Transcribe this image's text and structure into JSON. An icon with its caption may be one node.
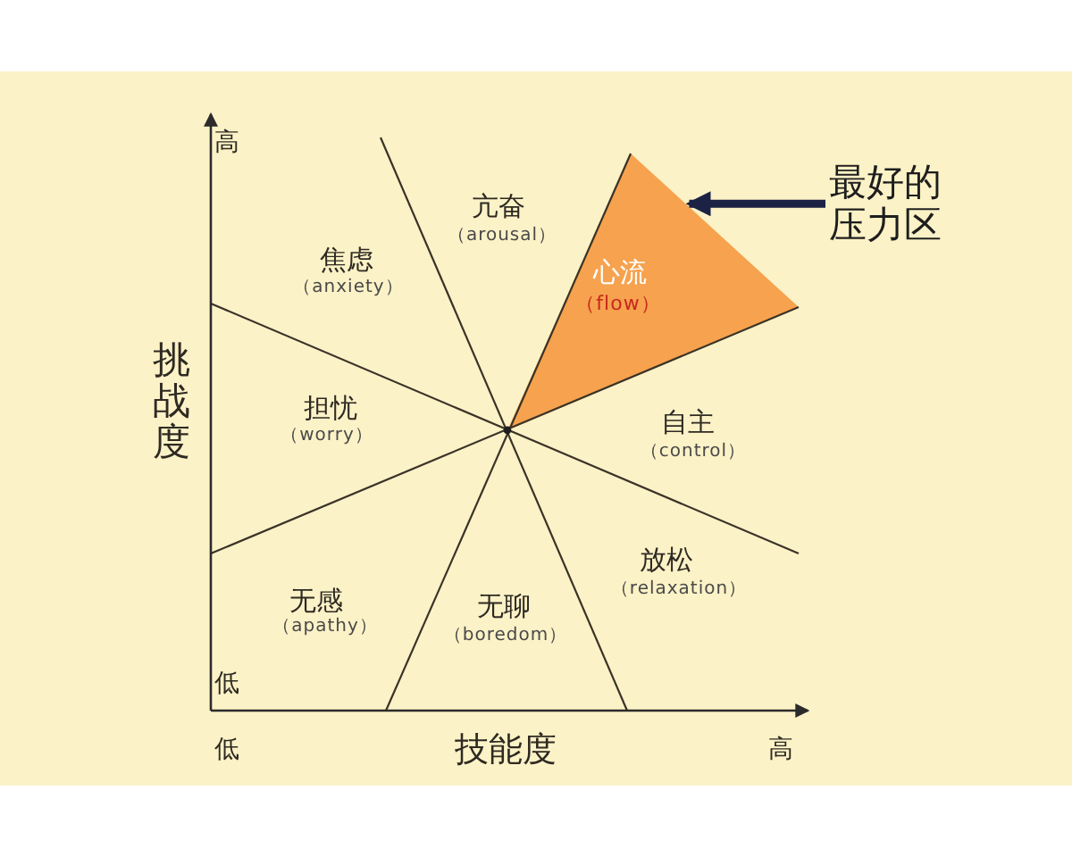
{
  "diagram": {
    "nodes": [
      {
        "text": [
          "心流",
          "（flow）"
        ]
      },
      {
        "text": [
          "最好的压力区"
        ]
      }
    ],
    "edges": [
      {
        "from": 1,
        "to": 0,
        "arrow": "to"
      }
    ],
    "labels": [
      "高",
      "亢奋",
      "（arousal）",
      "焦虑",
      "（anxiety）",
      "挑战度",
      "担忧",
      "（worry）",
      "自主",
      "（control）",
      "放松",
      "（relaxation）",
      "无感",
      "（apathy）",
      "无聊",
      "（boredom）",
      "低",
      "低",
      "技能度",
      "高"
    ]
  }
}
